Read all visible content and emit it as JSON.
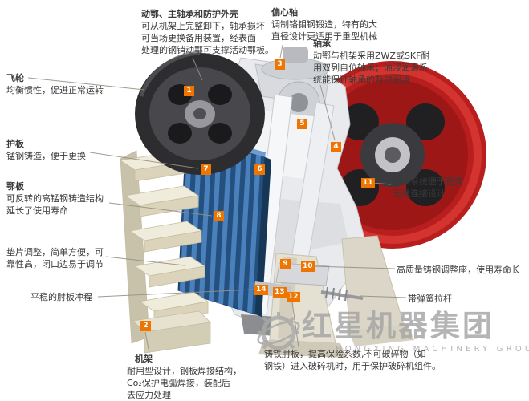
{
  "colors": {
    "marker_orange": "#ee7600",
    "wheel_red": "#b81e1e",
    "jaw_blue": "#3a6fae",
    "watermark_gray": "#a4a4a4",
    "leader_line": "#998f82"
  },
  "watermark": {
    "cn": "红星机器集团",
    "en": "HONGXING MACHINERY GROUP"
  },
  "markers": [
    {
      "n": "1"
    },
    {
      "n": "2"
    },
    {
      "n": "3"
    },
    {
      "n": "4"
    },
    {
      "n": "5"
    },
    {
      "n": "6"
    },
    {
      "n": "7"
    },
    {
      "n": "8"
    },
    {
      "n": "9"
    },
    {
      "n": "10"
    },
    {
      "n": "11"
    },
    {
      "n": "12"
    },
    {
      "n": "13"
    },
    {
      "n": "14"
    }
  ],
  "annotations": {
    "moving_jaw": {
      "title": "动鄂、主轴承和防护外壳",
      "lines": [
        "可从机架上完整卸下，轴承损坏",
        "可当场更换备用装置，经表面",
        "处理的钢销动鄂可支撑活动鄂板。"
      ]
    },
    "eccentric_shaft": {
      "title": "偏心轴",
      "lines": [
        "调制铬钼钢锻造，特有的大",
        "直径设计更适用于重型机械"
      ]
    },
    "bearing": {
      "title": "轴承",
      "lines": [
        "动鄂与机架采用ZWZ或SKF耐",
        "用双列自位轴承；油浸润滑系",
        "统能保证轴承的及时润滑"
      ]
    },
    "flywheel": {
      "title": "飞轮",
      "lines": [
        "均衡惯性，促进正常运转"
      ]
    },
    "guard_plate": {
      "title": "护板",
      "lines": [
        "锰钢铸造，便于更换"
      ]
    },
    "jaw_plate": {
      "title": "鄂板",
      "lines": [
        "可反转的高锰钢铸造结构",
        "延长了使用寿命"
      ]
    },
    "shim_adjust": {
      "lines": [
        "垫片调整，简单方便，可",
        "靠性高，闭口边易于调节"
      ]
    },
    "toggle_stroke": {
      "lines": [
        "平稳的肘板冲程"
      ]
    },
    "frame": {
      "title": "机架",
      "lines": [
        "耐用型设计，钢板焊接结构，",
        "Co₂保护电弧焊接，装配后",
        "去应力处理"
      ]
    },
    "wedge_system": {
      "lines": [
        "楔块系统便于更换",
        "无键连接设计"
      ]
    },
    "adjust_seat": {
      "lines": [
        "高质量铸钢调整座，使用寿命长"
      ]
    },
    "spring_rod": {
      "lines": [
        "带弹簧拉杆"
      ]
    },
    "toggle_plate": {
      "lines": [
        "铸铁肘板，提高保险系数,不可破碎物（如",
        "钢铁）进入破碎机时，用于保护破碎机组件。"
      ]
    }
  }
}
